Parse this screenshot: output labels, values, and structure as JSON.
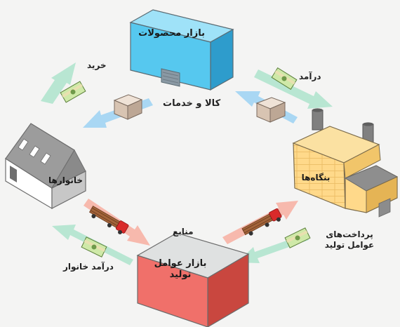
{
  "nodes": {
    "product_market": "بازار محصولات",
    "households": "خانوارها",
    "firms": "بنگاه‌ها",
    "factor_market_line1": "بازار عوامل",
    "factor_market_line2": "تولید"
  },
  "flows": {
    "purchase": "خرید",
    "revenue": "درآمد",
    "goods_services": "کالا و خدمات",
    "resources": "منابع",
    "household_income": "درآمد خانوار",
    "factor_payments_line1": "پرداخت‌های",
    "factor_payments_line2": "عوامل تولید"
  },
  "colors": {
    "product_market": "#56c8ef",
    "firms": "#ffd98a",
    "factor_market": "#f0706a",
    "household": "#e3e3e3",
    "money_arrow": "#b8e6d2",
    "goods_arrow": "#a9d7f3",
    "resource_arrow": "#f7b9ad"
  }
}
